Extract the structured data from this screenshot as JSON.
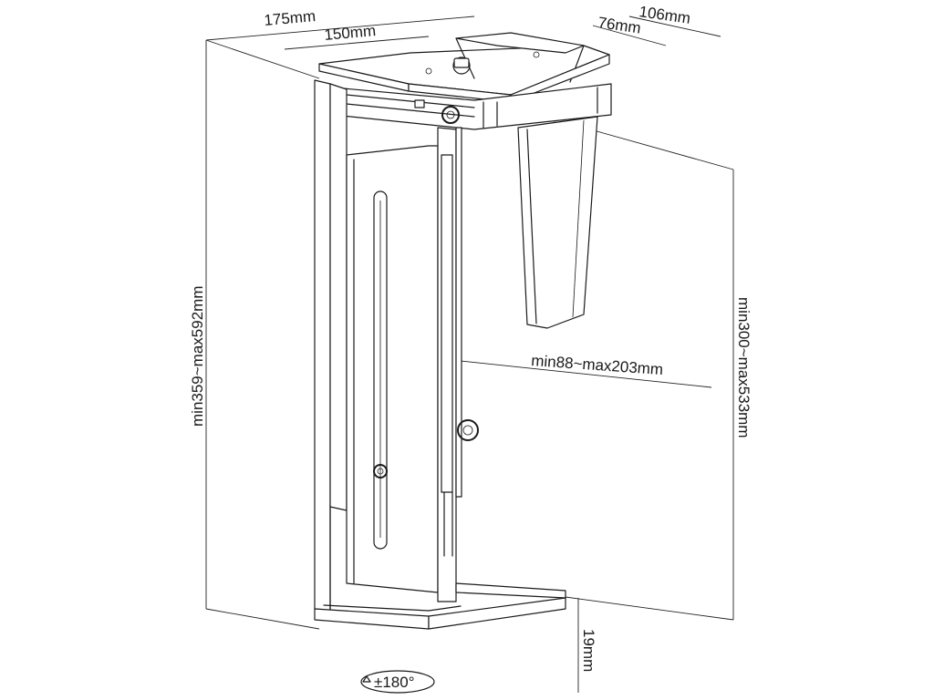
{
  "dimensions": {
    "top_width_outer": "175mm",
    "top_width_inner": "150mm",
    "top_depth_outer": "106mm",
    "top_depth_inner": "76mm",
    "total_height": "min359~max592mm",
    "inner_height": "min300~max533mm",
    "width_adjust": "min88~max203mm",
    "base_height": "19mm"
  },
  "rotation": {
    "label": "±180°"
  }
}
